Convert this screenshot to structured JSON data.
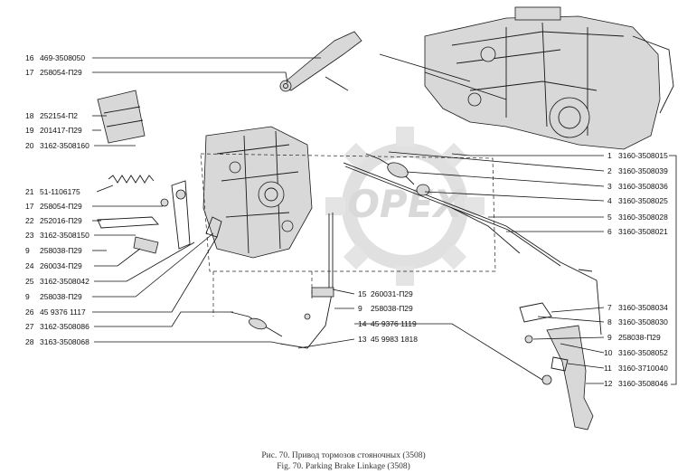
{
  "callouts_left": [
    {
      "num": "16",
      "code": "469-3508050"
    },
    {
      "num": "17",
      "code": "258054-П29"
    },
    {
      "num": "18",
      "code": "252154-П2"
    },
    {
      "num": "19",
      "code": "201417-П29"
    },
    {
      "num": "20",
      "code": "3162-3508160"
    },
    {
      "num": "21",
      "code": "51-1106175"
    },
    {
      "num": "17",
      "code": "258054-П29"
    },
    {
      "num": "22",
      "code": "252016-П29"
    },
    {
      "num": "23",
      "code": "3162-3508150"
    },
    {
      "num": "9",
      "code": "258038-П29"
    },
    {
      "num": "24",
      "code": "260034-П29"
    },
    {
      "num": "25",
      "code": "3162-3508042"
    },
    {
      "num": "9",
      "code": "258038-П29"
    },
    {
      "num": "26",
      "code": "45 9376 1117"
    },
    {
      "num": "27",
      "code": "3162-3508086"
    },
    {
      "num": "28",
      "code": "3163-3508068"
    }
  ],
  "callouts_right": [
    {
      "num": "1",
      "code": "3160-3508015"
    },
    {
      "num": "2",
      "code": "3160-3508039"
    },
    {
      "num": "3",
      "code": "3160-3508036"
    },
    {
      "num": "4",
      "code": "3160-3508025"
    },
    {
      "num": "5",
      "code": "3160-3508028"
    },
    {
      "num": "6",
      "code": "3160-3508021"
    },
    {
      "num": "7",
      "code": "3160-3508034"
    },
    {
      "num": "8",
      "code": "3160-3508030"
    },
    {
      "num": "9",
      "code": "258038-П29"
    },
    {
      "num": "10",
      "code": "3160-3508052"
    },
    {
      "num": "11",
      "code": "3160-3710040"
    },
    {
      "num": "12",
      "code": "3160-3508046"
    }
  ],
  "callouts_center": [
    {
      "num": "15",
      "code": "260031-П29"
    },
    {
      "num": "9",
      "code": "258038-П29"
    },
    {
      "num": "14",
      "code": "45 9376 1119"
    },
    {
      "num": "13",
      "code": "45 9983 1818"
    }
  ],
  "caption": {
    "ru": "Рис. 70. Привод тормозов стояночных (3508)",
    "en": "Fig. 70. Parking Brake Linkage (3508)"
  },
  "watermark": "OPEX"
}
